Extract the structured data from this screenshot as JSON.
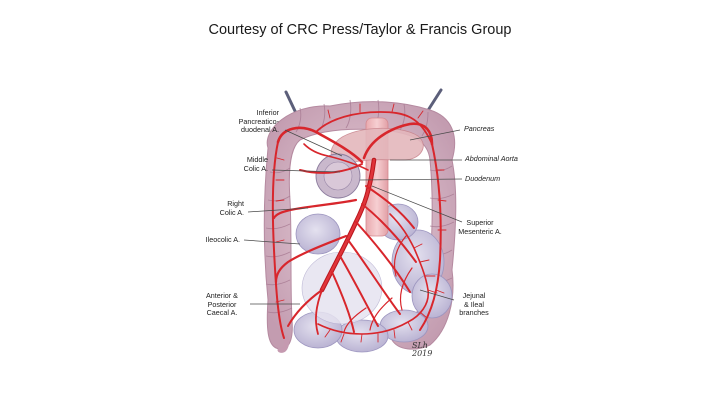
{
  "title": "Courtesy of CRC Press/Taylor & Francis Group",
  "labels": {
    "inferior_pancreaticoduodenal": "Inferior\nPancreatico-\nduodenal A.",
    "middle_colic": "Middle\nColic A.",
    "right_colic": "Right\nColic A.",
    "ileocolic": "Ileocolic A.",
    "caecal": "Anterior &\nPosterior\nCaecal A.",
    "pancreas": "Pancreas",
    "abdominal_aorta": "Abdominal Aorta",
    "duodenum": "Duodenum",
    "superior_mesenteric": "Superior\nMesenteric A.",
    "jejunal_ileal": "Jejunal\n& Ileal\nbranches"
  },
  "signature": "SLh\n2019",
  "colors": {
    "artery": "#d8262c",
    "artery_dark": "#a9151c",
    "colon": "#d9b9c6",
    "colon_shade": "#b993a6",
    "small_bowel": "#cfcbe1",
    "small_bowel_shade": "#a9a3c7",
    "pancreas": "#e5b9bd",
    "leader_line": "#4a4a4a"
  }
}
